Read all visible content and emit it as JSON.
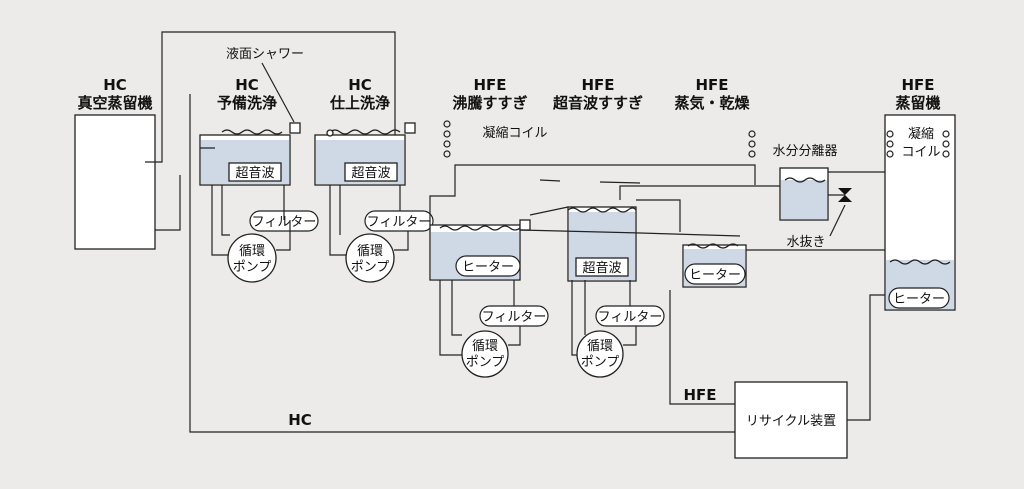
{
  "headings": {
    "hc_vacuum": [
      "HC",
      "真空蒸留機"
    ],
    "hc_prewash": [
      "HC",
      "予備洗浄"
    ],
    "hc_finish": [
      "HC",
      "仕上洗浄"
    ],
    "hfe_boil": [
      "HFE",
      "沸騰すすぎ"
    ],
    "hfe_ultra": [
      "HFE",
      "超音波すすぎ"
    ],
    "hfe_steam": [
      "HFE",
      "蒸気・乾燥"
    ],
    "hfe_distill": [
      "HFE",
      "蒸留機"
    ]
  },
  "labels": {
    "surface_shower": "液面シャワー",
    "condense_coil": "凝縮コイル",
    "condense_coil_right": [
      "凝縮",
      "コイル"
    ],
    "ultrasonic": "超音波",
    "filter": "フィルター",
    "pump": [
      "循環",
      "ポンプ"
    ],
    "heater": "ヒーター",
    "water_separator": "水分分離器",
    "drain": "水抜き",
    "recycle": "リサイクル装置",
    "line_hc": "HC",
    "line_hfe": "HFE"
  }
}
